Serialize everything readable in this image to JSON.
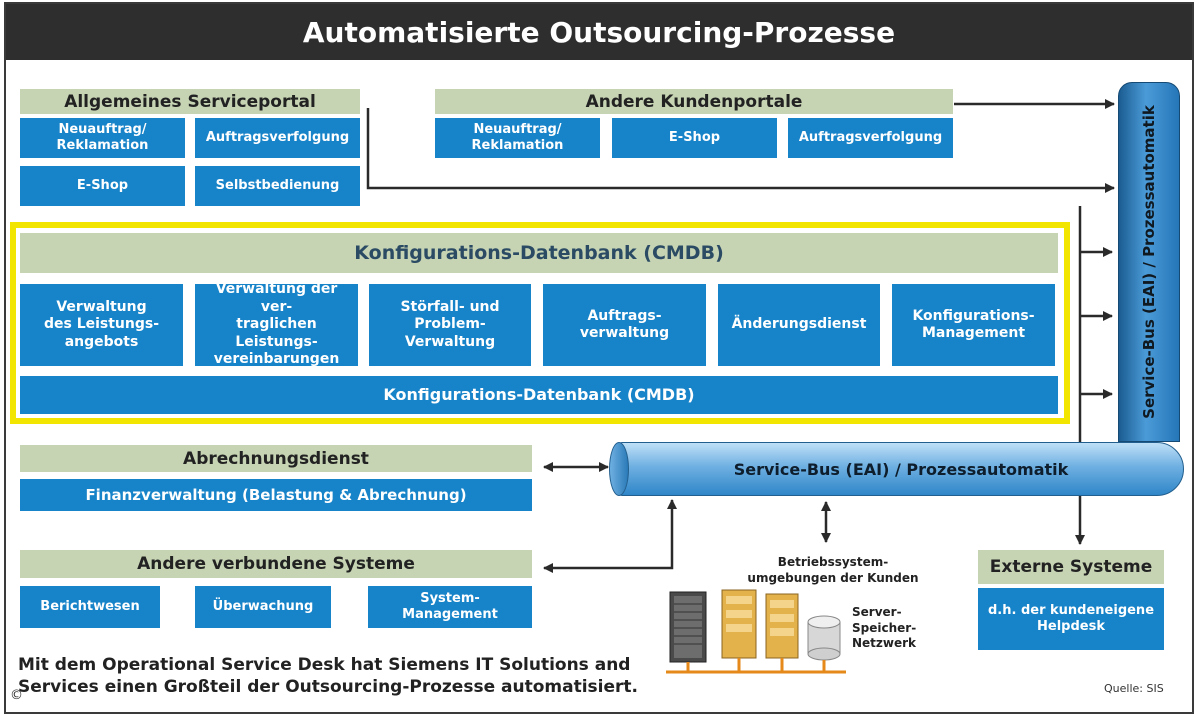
{
  "title": "Automatisierte Outsourcing-Prozesse",
  "serviceportal": {
    "header": "Allgemeines Serviceportal",
    "items": [
      "Neuauftrag/\nReklamation",
      "Auftragsverfolgung",
      "E-Shop",
      "Selbstbedienung"
    ]
  },
  "kundenportale": {
    "header": "Andere Kundenportale",
    "items": [
      "Neuauftrag/\nReklamation",
      "E-Shop",
      "Auftragsverfolgung"
    ]
  },
  "cmdb": {
    "top": "Konfigurations-Datenbank (CMDB)",
    "modules": [
      "Verwaltung\ndes Leistungs-\nangebots",
      "Verwaltung der ver-\ntraglichen Leistungs-\nvereinbarungen",
      "Störfall- und\nProblem-\nVerwaltung",
      "Auftrags-\nverwaltung",
      "Änderungsdienst",
      "Konfigurations-\nManagement"
    ],
    "bottom": "Konfigurations-Datenbank (CMDB)"
  },
  "vertical_bus": "Service-Bus (EAI) / Prozessautomatik",
  "horizontal_bus": "Service-Bus (EAI) / Prozessautomatik",
  "abrechnung": {
    "header": "Abrechnungsdienst",
    "item": "Finanzverwaltung (Belastung & Abrechnung)"
  },
  "verbundene": {
    "header": "Andere verbundene Systeme",
    "items": [
      "Berichtwesen",
      "Überwachung",
      "System-Management"
    ]
  },
  "extern": {
    "header": "Externe Systeme",
    "item": "d.h. der kundeneigene\nHelpdesk"
  },
  "betriebssystem_label": "Betriebssystem-\numgebungen der Kunden",
  "storage_label": "Server-\nSpeicher-\nNetzwerk",
  "note": "Mit dem Operational Service Desk hat Siemens IT Solutions and\nServices einen Großteil der Outsourcing-Prozesse automatisiert.",
  "source": "Quelle: SIS",
  "copyright": "©",
  "colors": {
    "blue": "#1783c8",
    "sage": "#c6d4b4",
    "yellow": "#f2e600",
    "dark": "#2e2e2e"
  }
}
